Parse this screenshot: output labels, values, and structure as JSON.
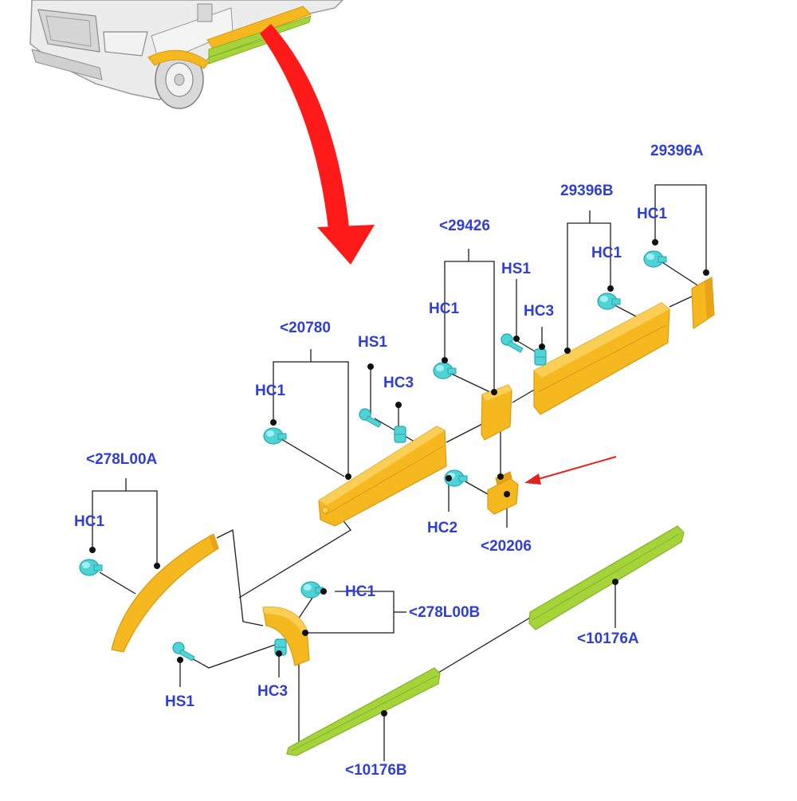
{
  "colors": {
    "label": "#2f3fd1",
    "arrow": "#ff1a1a",
    "trim": "#f5b81f",
    "trim_dark": "#d99a10",
    "sill": "#a4d43a",
    "sill_dark": "#86b326",
    "clip": "#4fd3d6",
    "clip_dark": "#23a7ad",
    "leader": "#1c1c1c",
    "van": "#e8e8e8"
  },
  "labels": {
    "p29396A": "29396A",
    "p29396B": "29396B",
    "p29426": "<29426",
    "p20780": "<20780",
    "p278L00A": "<278L00A",
    "p278L00B": "<278L00B",
    "p20206": "<20206",
    "p10176A": "<10176A",
    "p10176B": "<10176B",
    "hc1": "HC1",
    "hc2": "HC2",
    "hc3": "HC3",
    "hs1": "HS1"
  }
}
